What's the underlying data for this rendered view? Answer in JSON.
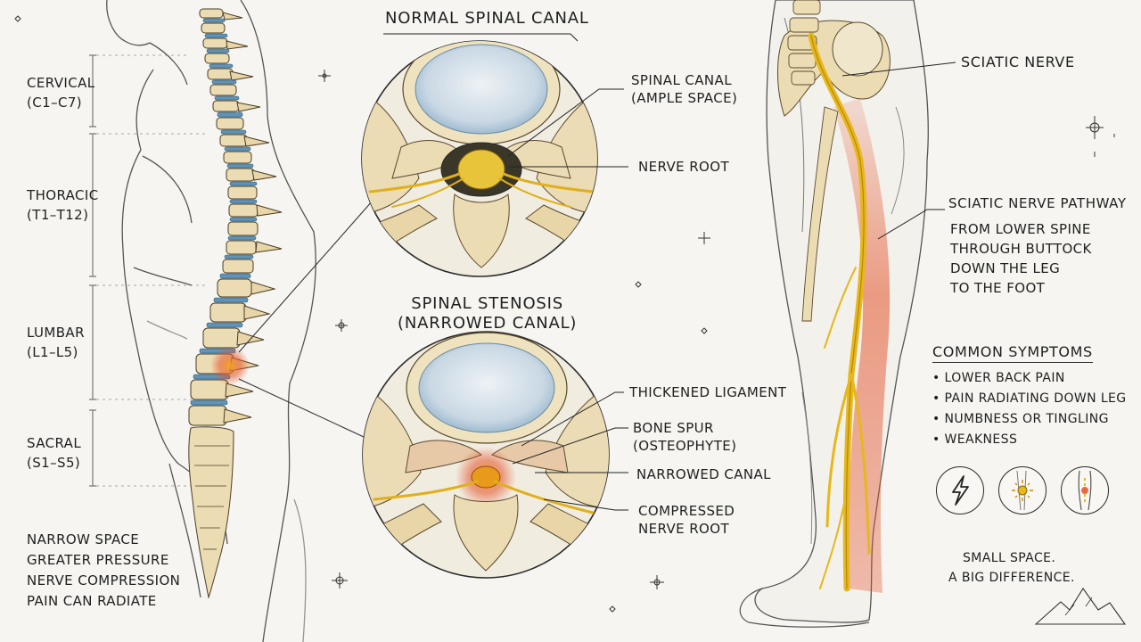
{
  "left_panel": {
    "regions": [
      {
        "name": "CERVICAL",
        "range": "(C1–C7)"
      },
      {
        "name": "THORACIC",
        "range": "(T1–T12)"
      },
      {
        "name": "LUMBAR",
        "range": "(L1–L5)"
      },
      {
        "name": "SACRAL",
        "range": "(S1–S5)"
      }
    ],
    "notes": [
      "NARROW SPACE",
      "GREATER PRESSURE",
      "NERVE COMPRESSION",
      "PAIN CAN RADIATE"
    ]
  },
  "center_panel": {
    "normal_title": "NORMAL SPINAL CANAL",
    "normal_labels": {
      "canal_line1": "SPINAL CANAL",
      "canal_line2": "(AMPLE SPACE)",
      "nerve_root": "NERVE ROOT"
    },
    "stenosis_title_line1": "SPINAL STENOSIS",
    "stenosis_title_line2": "(NARROWED CANAL)",
    "stenosis_labels": {
      "ligament": "THICKENED LIGAMENT",
      "spur_line1": "BONE SPUR",
      "spur_line2": "(OSTEOPHYTE)",
      "narrowed": "NARROWED CANAL",
      "compressed_line1": "COMPRESSED",
      "compressed_line2": "NERVE ROOT"
    }
  },
  "right_panel": {
    "sciatic_label": "SCIATIC NERVE",
    "pathway_title": "SCIATIC NERVE PATHWAY",
    "pathway_steps": [
      "FROM LOWER SPINE",
      "THROUGH BUTTOCK",
      "DOWN THE LEG",
      "TO THE FOOT"
    ],
    "symptoms_title": "COMMON SYMPTOMS",
    "symptoms": [
      "• LOWER BACK PAIN",
      "• PAIN RADIATING DOWN LEG",
      "• NUMBNESS OR TINGLING",
      "• WEAKNESS"
    ],
    "symptom_icons": [
      "lightning-icon",
      "tingling-icon",
      "leg-pain-icon"
    ],
    "tagline_line1": "SMALL SPACE.",
    "tagline_line2": "A BIG DIFFERENCE."
  },
  "colors": {
    "background": "#f6f5f1",
    "ink": "#1e1e1e",
    "bone": "#ecdcb4",
    "disc": "#5f93b8",
    "nerve": "#e8b81c",
    "inflammation": "#e4532c"
  }
}
